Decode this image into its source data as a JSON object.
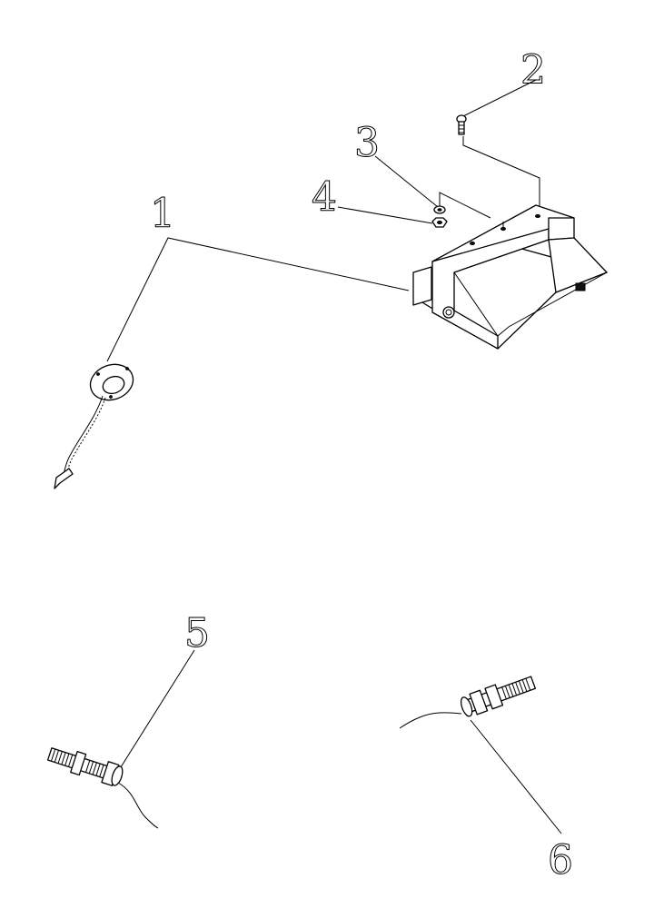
{
  "diagram": {
    "callouts": [
      {
        "id": "1",
        "label": "1"
      },
      {
        "id": "2",
        "label": "2"
      },
      {
        "id": "3",
        "label": "3"
      },
      {
        "id": "4",
        "label": "4"
      },
      {
        "id": "5",
        "label": "5"
      },
      {
        "id": "6",
        "label": "6"
      }
    ],
    "line_color": "#000000",
    "background_color": "#ffffff"
  }
}
